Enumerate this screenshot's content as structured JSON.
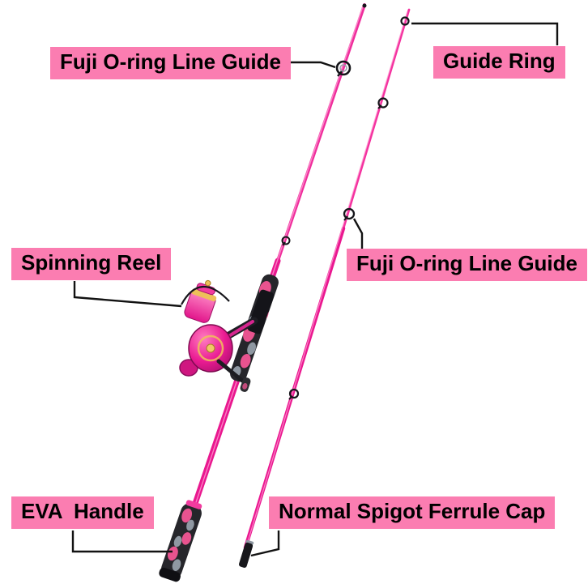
{
  "colors": {
    "background": "#ffffff",
    "label_bg": "#fb7db1",
    "label_text": "#000000",
    "callout_line": "#121212",
    "rod_pink": "#ee1b92",
    "rod_highlight": "#ff9ad2",
    "reel_gold": "#eec05a",
    "grip_base": "#26262b"
  },
  "labels": {
    "fuji_top": "Fuji O-ring Line Guide",
    "guide_ring": "Guide Ring",
    "spinning_reel": "Spinning Reel",
    "fuji_mid": "Fuji O-ring Line Guide",
    "eva_handle": "EVA  Handle",
    "ferrule_cap": "Normal Spigot Ferrule Cap"
  }
}
